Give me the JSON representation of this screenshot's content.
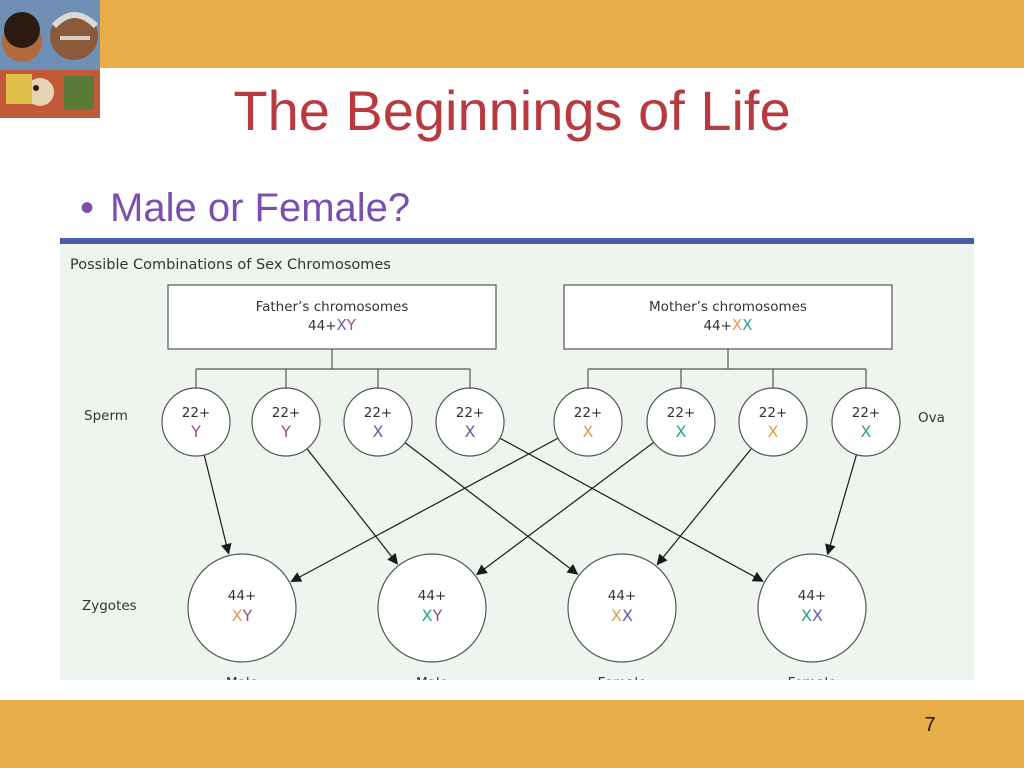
{
  "slide": {
    "title": "The Beginnings of Life",
    "bullet_marker": "•",
    "bullet": "Male or Female?",
    "page_number": "7"
  },
  "colors": {
    "band": "#e8ad47",
    "title": "#b83a40",
    "bullet": "#7a4fb0",
    "divider": "#4a5ca8",
    "figure_bg": "#eef5ef",
    "chrom_y": "#9b4d8e",
    "chrom_x_father": "#6a5aa8",
    "chrom_x_mother_orange": "#e39a4a",
    "chrom_x_mother_green": "#2aa38a"
  },
  "diagram": {
    "heading": "Possible Combinations of Sex Chromosomes",
    "father": {
      "label": "Father’s chromosomes",
      "base": "44+",
      "sex": "XY"
    },
    "mother": {
      "label": "Mother’s chromosomes",
      "base": "44+",
      "sex": "XX"
    },
    "row_labels": {
      "sperm": "Sperm",
      "ova": "Ova",
      "zygotes": "Zygotes"
    },
    "sperm": [
      {
        "base": "22+",
        "sex": "Y",
        "color": "#9b4d8e"
      },
      {
        "base": "22+",
        "sex": "Y",
        "color": "#9b4d8e"
      },
      {
        "base": "22+",
        "sex": "X",
        "color": "#6a5aa8"
      },
      {
        "base": "22+",
        "sex": "X",
        "color": "#6a5aa8"
      }
    ],
    "ova": [
      {
        "base": "22+",
        "sex": "X",
        "color": "#e39a4a"
      },
      {
        "base": "22+",
        "sex": "X",
        "color": "#2aa38a"
      },
      {
        "base": "22+",
        "sex": "X",
        "color": "#e39a4a"
      },
      {
        "base": "22+",
        "sex": "X",
        "color": "#2aa38a"
      }
    ],
    "zygotes": [
      {
        "base": "44+",
        "c1": "X",
        "c1_color": "#e39a4a",
        "c2": "Y",
        "c2_color": "#9b4d8e",
        "result": "Male"
      },
      {
        "base": "44+",
        "c1": "X",
        "c1_color": "#2aa38a",
        "c2": "Y",
        "c2_color": "#9b4d8e",
        "result": "Male"
      },
      {
        "base": "44+",
        "c1": "X",
        "c1_color": "#e39a4a",
        "c2": "X",
        "c2_color": "#6a5aa8",
        "result": "Female"
      },
      {
        "base": "44+",
        "c1": "X",
        "c1_color": "#2aa38a",
        "c2": "X",
        "c2_color": "#6a5aa8",
        "result": "Female"
      }
    ],
    "edges": [
      {
        "from": "sperm",
        "index": 0,
        "to": 0
      },
      {
        "from": "sperm",
        "index": 1,
        "to": 1
      },
      {
        "from": "sperm",
        "index": 2,
        "to": 2
      },
      {
        "from": "sperm",
        "index": 3,
        "to": 3
      },
      {
        "from": "ova",
        "index": 0,
        "to": 0
      },
      {
        "from": "ova",
        "index": 1,
        "to": 1
      },
      {
        "from": "ova",
        "index": 2,
        "to": 2
      },
      {
        "from": "ova",
        "index": 3,
        "to": 3
      }
    ]
  }
}
